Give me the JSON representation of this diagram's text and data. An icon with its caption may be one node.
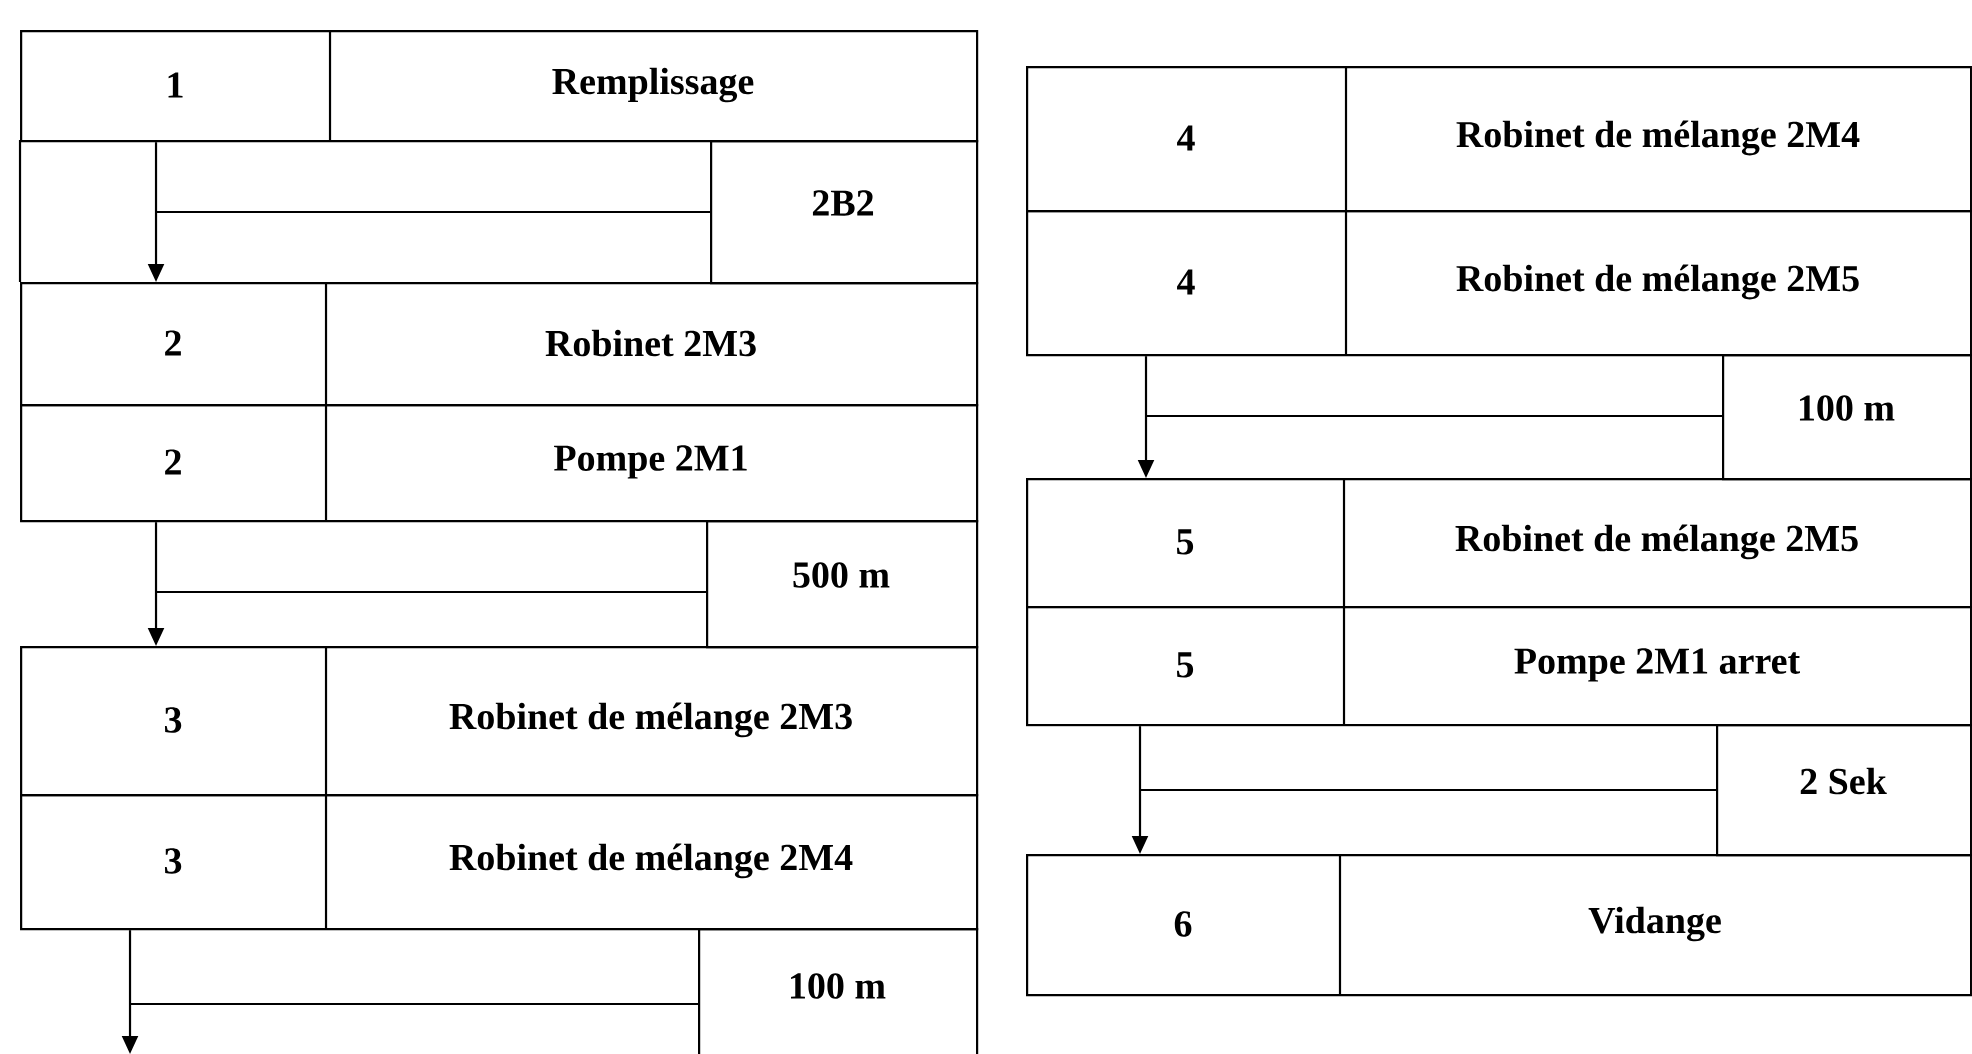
{
  "diagram": {
    "nodes": [
      {
        "text": [
          "1",
          "Remplissage"
        ]
      },
      {
        "text": [
          "2B2"
        ]
      },
      {
        "text": [
          "2",
          "Robinet 2M3"
        ]
      },
      {
        "text": [
          "2",
          "Pompe 2M1"
        ]
      },
      {
        "text": [
          "500 m"
        ]
      },
      {
        "text": [
          "3",
          "Robinet de mélange 2M3"
        ]
      },
      {
        "text": [
          "3",
          "Robinet de mélange 2M4"
        ]
      },
      {
        "text": [
          "100 m"
        ]
      },
      {
        "text": [
          "4",
          "Robinet de mélange 2M4"
        ]
      },
      {
        "text": [
          "4",
          "Robinet de mélange 2M5"
        ]
      },
      {
        "text": [
          "100 m"
        ]
      },
      {
        "text": [
          "5",
          "Robinet de mélange 2M5"
        ]
      },
      {
        "text": [
          "5",
          "Pompe 2M1 arret"
        ]
      },
      {
        "text": [
          "2 Sek"
        ]
      },
      {
        "text": [
          "6",
          "Vidange"
        ]
      }
    ],
    "edges": [
      {
        "from": 0,
        "to": 2,
        "arrow": "to"
      },
      {
        "from": 3,
        "to": 5,
        "arrow": "to"
      },
      {
        "from": 6,
        "to": null,
        "arrow": "to"
      },
      {
        "from": 9,
        "to": 11,
        "arrow": "to"
      },
      {
        "from": 12,
        "to": 14,
        "arrow": "to"
      },
      {
        "from": null,
        "to": 1,
        "arrow": "none"
      },
      {
        "from": null,
        "to": 4,
        "arrow": "none"
      },
      {
        "from": null,
        "to": 7,
        "arrow": "none"
      },
      {
        "from": null,
        "to": 10,
        "arrow": "none"
      },
      {
        "from": null,
        "to": 13,
        "arrow": "none"
      }
    ]
  }
}
